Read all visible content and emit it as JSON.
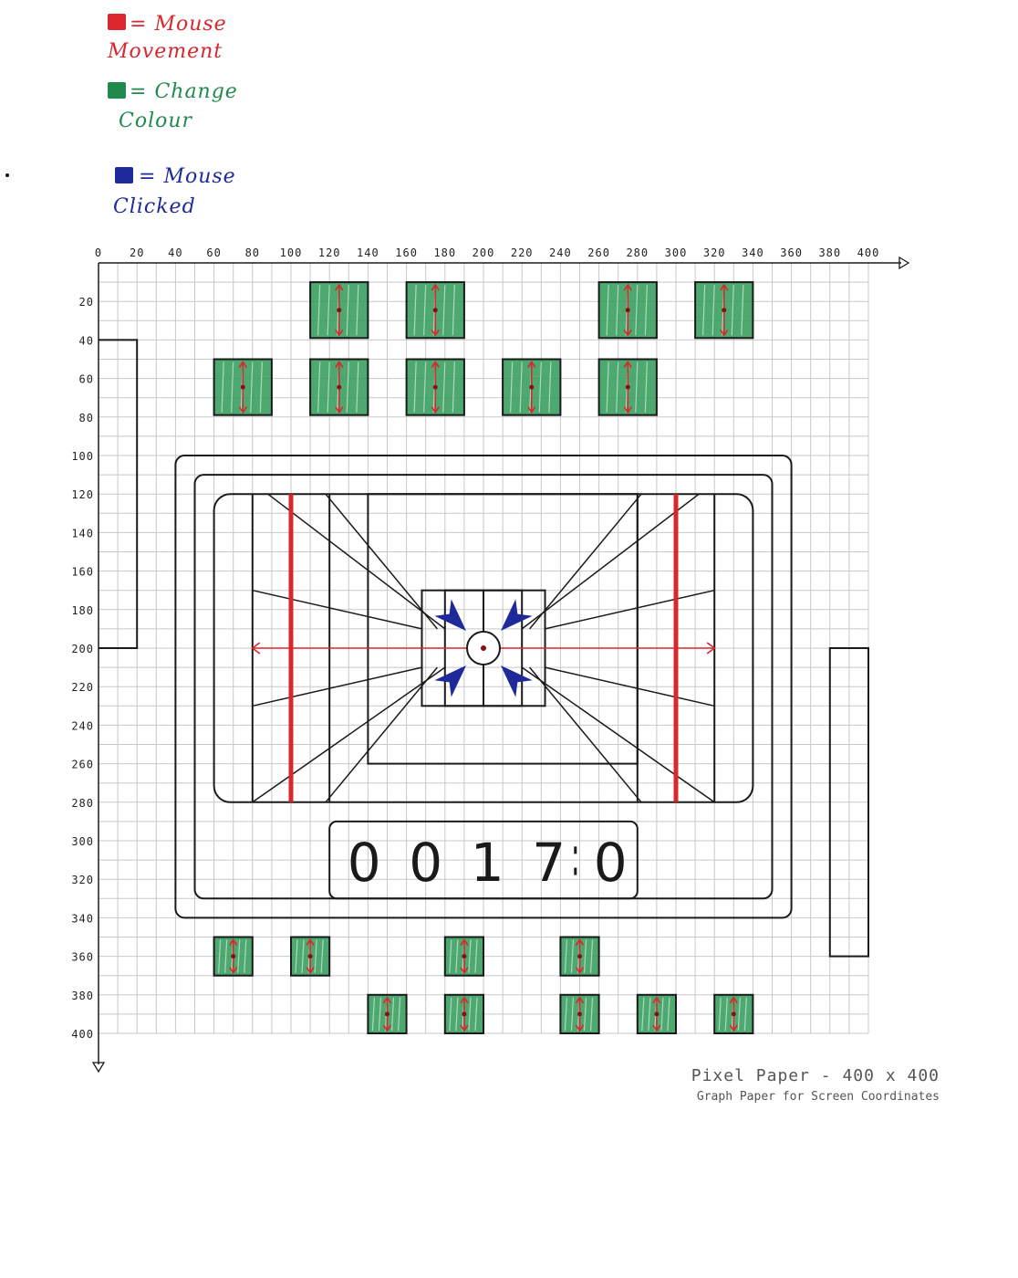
{
  "legend": {
    "items": [
      {
        "lines": [
          "Mouse",
          "Movement"
        ],
        "color": "#d9272e"
      },
      {
        "lines": [
          "Change",
          "Colour"
        ],
        "color": "#1f8a4c"
      },
      {
        "lines": [
          "Mouse",
          "Clicked"
        ],
        "color": "#1e2a9a"
      }
    ]
  },
  "axis": {
    "x_ticks": [
      0,
      20,
      40,
      60,
      80,
      100,
      120,
      140,
      160,
      180,
      200,
      220,
      240,
      260,
      280,
      300,
      320,
      340,
      360,
      380,
      400
    ],
    "y_ticks": [
      20,
      40,
      60,
      80,
      100,
      120,
      140,
      160,
      180,
      200,
      220,
      240,
      260,
      280,
      300,
      320,
      340,
      360,
      380,
      400
    ]
  },
  "display": {
    "digits": [
      "0",
      "0",
      "1",
      "7",
      "0"
    ]
  },
  "footer": {
    "title": "Pixel Paper - 400 x 400",
    "subtitle": "Graph Paper for Screen Coordinates"
  },
  "colors": {
    "movement": "#d9272e",
    "change": "#1f8a4c",
    "clicked": "#1e2a9a",
    "grid": "#c8c8c8",
    "ink": "#1a1a1a"
  }
}
